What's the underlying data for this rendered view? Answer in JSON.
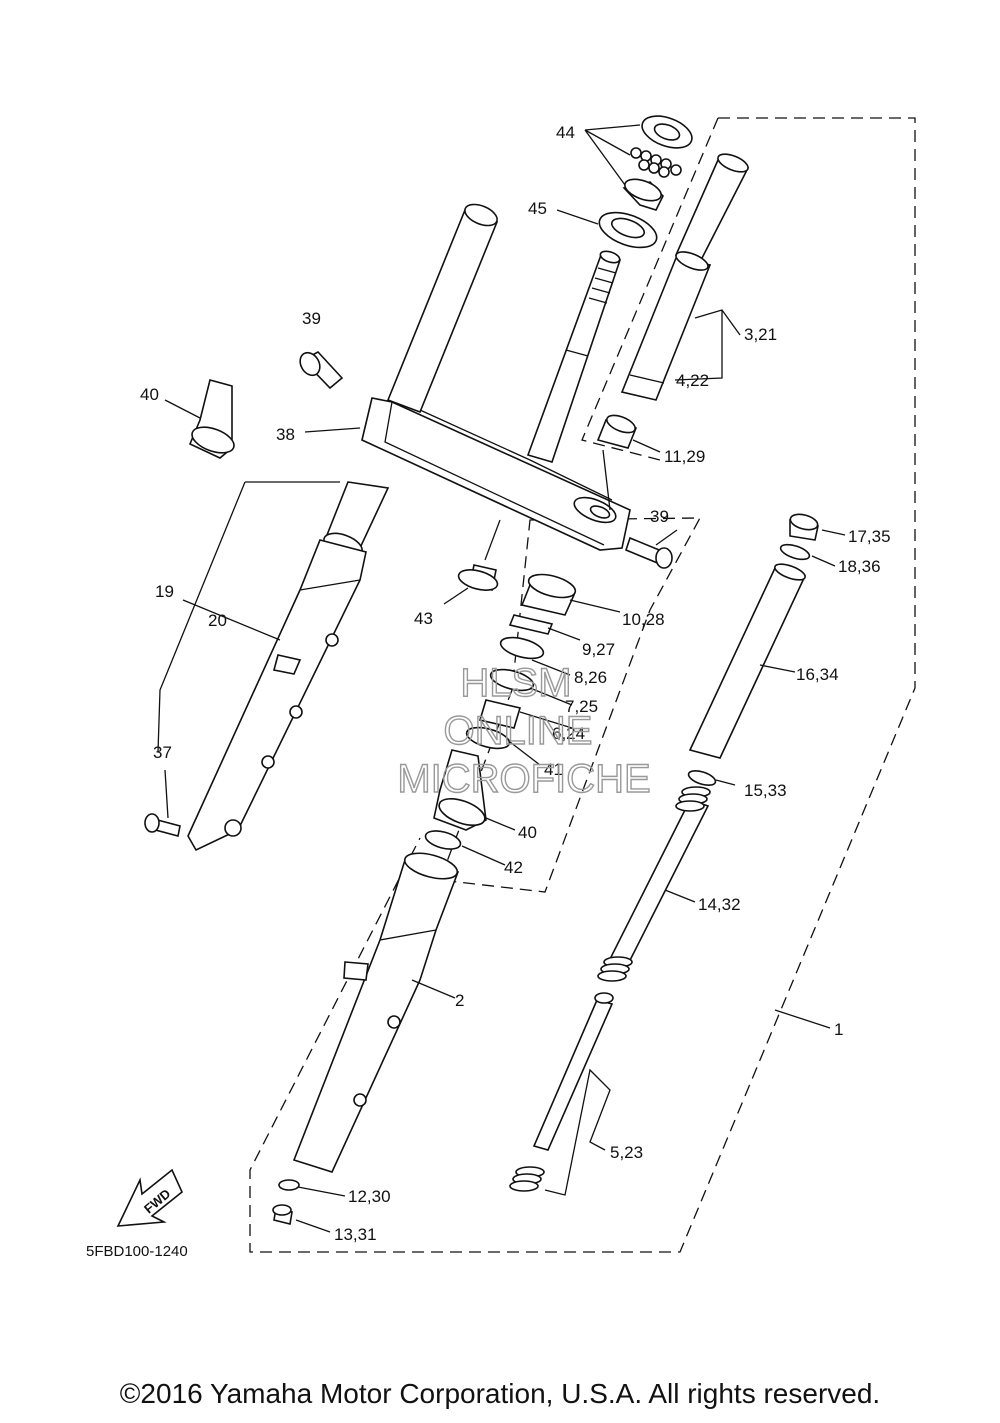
{
  "labels": {
    "l44": "44",
    "l45": "45",
    "l39a": "39",
    "l40a": "40",
    "l38": "38",
    "l3_21": "3,21",
    "l4_22": "4,22",
    "l11_29": "11,29",
    "l39b": "39",
    "l17_35": "17,35",
    "l18_36": "18,36",
    "l19": "19",
    "l20": "20",
    "l43": "43",
    "l10_28": "10,28",
    "l9_27": "9,27",
    "l8_26": "8,26",
    "l7_25": "7,25",
    "l6_24": "6,24",
    "l41": "41",
    "l16_34": "16,34",
    "l15_33": "15,33",
    "l37": "37",
    "l40b": "40",
    "l42": "42",
    "l14_32": "14,32",
    "l2": "2",
    "l1": "1",
    "l5_23": "5,23",
    "l12_30": "12,30",
    "l13_31": "13,31"
  },
  "fwd_label": "FWD",
  "diagram_code": "5FBD100-1240",
  "watermark": {
    "line1": "HLSM",
    "line2": "ONLINE",
    "line3": "MICROFICHE"
  },
  "copyright": "©2016 Yamaha Motor Corporation, U.S.A. All rights reserved."
}
